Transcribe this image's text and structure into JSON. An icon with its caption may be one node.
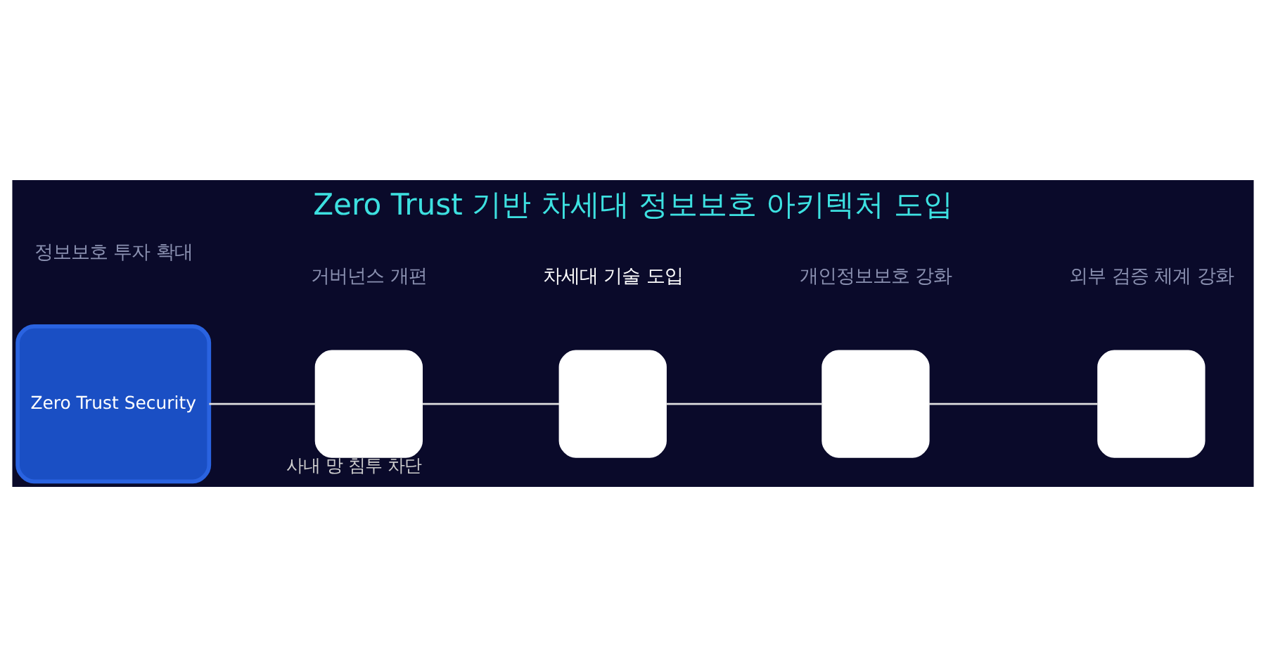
{
  "diagram": {
    "title": "Zero Trust 기반 차세대 정보보호 아키텍처 도입",
    "nodes": [
      {
        "text": [
          "Zero Trust Security"
        ]
      },
      {
        "text": [],
        "shape": "box",
        "beside": [
          "사내 망 침투 차단"
        ]
      },
      {
        "text": [],
        "shape": "box"
      },
      {
        "text": [],
        "shape": "box"
      },
      {
        "text": [],
        "shape": "box"
      }
    ],
    "edges": [
      {
        "from": 0,
        "to": 1,
        "arrow": "none"
      },
      {
        "from": 1,
        "to": 2,
        "arrow": "none"
      },
      {
        "from": 2,
        "to": 3,
        "arrow": "none"
      },
      {
        "from": 3,
        "to": 4,
        "arrow": "none"
      }
    ],
    "labels": [
      "정보보호 투자 확대",
      "거버넌스 개편",
      "차세대 기술 도입",
      "개인정보보호 강화",
      "외부 검증 체계 강화"
    ]
  }
}
